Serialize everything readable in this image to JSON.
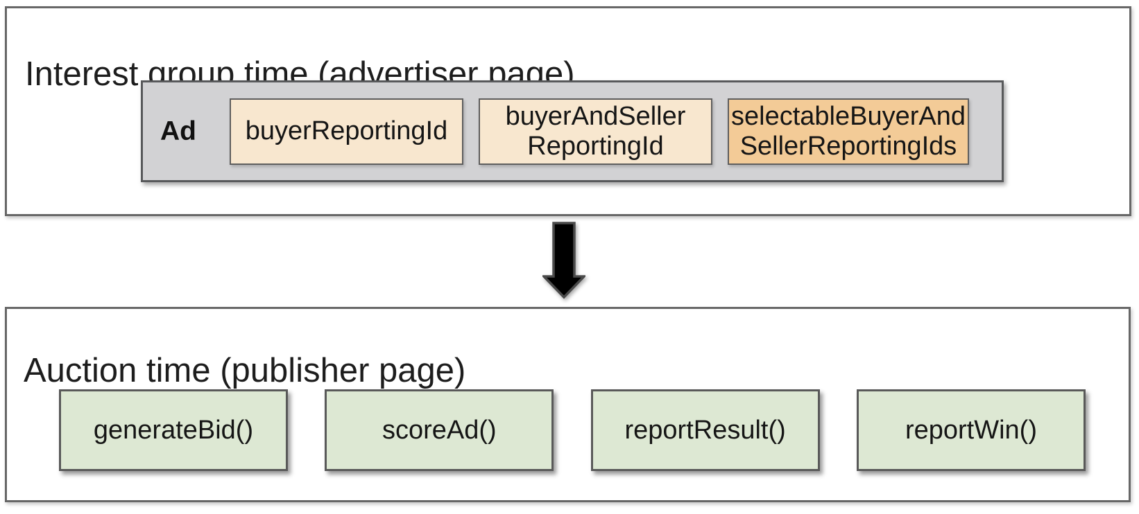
{
  "interest_group": {
    "title": "Interest group time (advertiser page)",
    "ad_label": "Ad",
    "boxes": [
      {
        "label": "buyerReportingId",
        "variant": "peach"
      },
      {
        "label": "buyerAndSeller\nReportingId",
        "variant": "peach"
      },
      {
        "label": "selectableBuyerAnd\nSellerReportingIds",
        "variant": "orange"
      }
    ]
  },
  "arrow": {
    "icon": "down-arrow"
  },
  "auction": {
    "title": "Auction time (publisher page)",
    "functions": [
      {
        "label": "generateBid()"
      },
      {
        "label": "scoreAd()"
      },
      {
        "label": "reportResult()"
      },
      {
        "label": "reportWin()"
      }
    ]
  },
  "colors": {
    "peach": "#f8e7cf",
    "orange": "#f3cb97",
    "green": "#dde8d3",
    "container_gray": "#d2d2d4",
    "border_gray": "#5e5e5e",
    "panel_border": "#676767",
    "arrow_fill": "#000000",
    "text": "#1f1f1f"
  }
}
